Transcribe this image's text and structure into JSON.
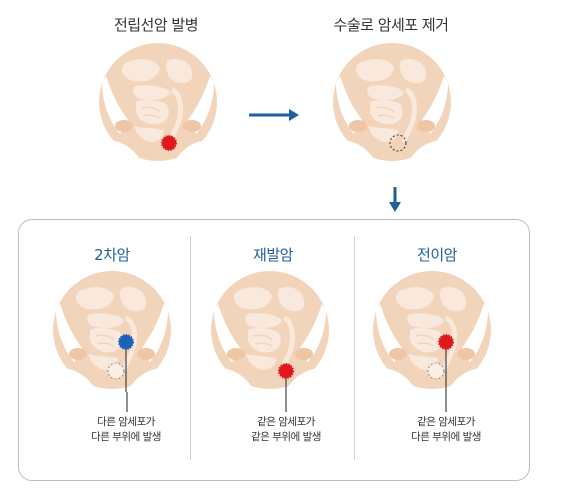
{
  "diagram": {
    "steps": [
      {
        "id": "onset",
        "label": "전립선암 발병",
        "tumor": "red"
      },
      {
        "id": "removal",
        "label": "수술로 암세포 제거",
        "tumor": "removed"
      }
    ],
    "cases": [
      {
        "id": "second-cancer",
        "label": "2차암",
        "caption_lines": [
          "다른 암세포가",
          "다른 부위에 발생"
        ]
      },
      {
        "id": "recurrence",
        "label": "재발암",
        "caption_lines": [
          "같은 암세포가",
          "같은 부위에 발생"
        ]
      },
      {
        "id": "metastasis",
        "label": "전이암",
        "caption_lines": [
          "같은 암세포가",
          "다른 부위에 발생"
        ]
      }
    ],
    "colors": {
      "accent_blue": "#1f5f9e",
      "tumor_red": "#e0181b",
      "tumor_blue": "#1a64b8",
      "skin": "#f2d4bb",
      "organ": "#f8e9dc",
      "panel_border": "#bdbdbd"
    },
    "icons": [
      "arrow-right-icon",
      "arrow-down-icon"
    ]
  }
}
